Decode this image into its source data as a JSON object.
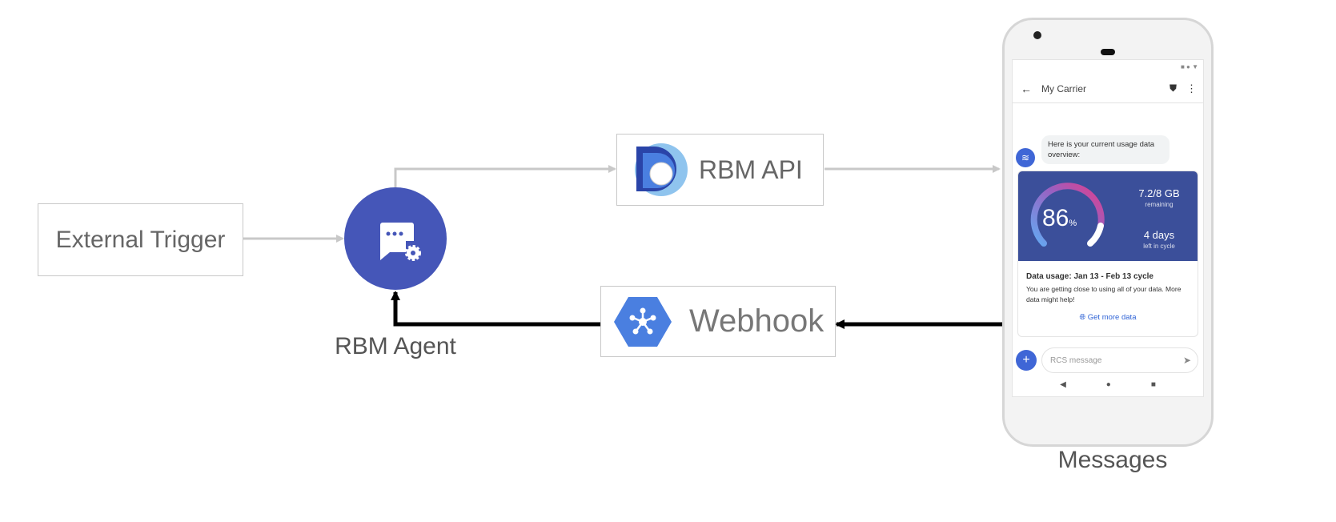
{
  "nodes": {
    "external_trigger": "External Trigger",
    "rbm_agent": "RBM Agent",
    "rbm_api": "RBM API",
    "webhook": "Webhook",
    "messages": "Messages"
  },
  "phone": {
    "title": "My Carrier",
    "bubble": "Here is your current usage data overview:",
    "usage_percent": "86",
    "percent_sign": "%",
    "data_remaining": "7.2/8 GB",
    "remaining_label": "remaining",
    "days": "4 days",
    "days_label": "left in cycle",
    "card_title": "Data usage: Jan 13 - Feb 13 cycle",
    "card_text": "You are getting close to using all of your data. More data might help!",
    "action": "Get more data",
    "input_placeholder": "RCS message"
  },
  "colors": {
    "agent": "#4556b8",
    "arrow_gray": "#c8c8c8",
    "arrow_black": "#000000",
    "card": "#3b4f9a"
  }
}
